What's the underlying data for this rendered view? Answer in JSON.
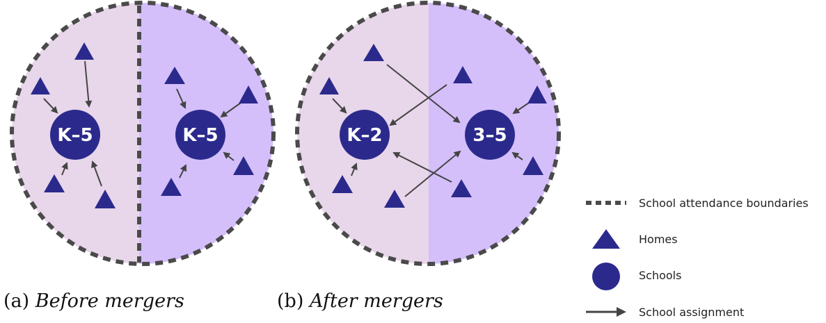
{
  "panels": [
    {
      "id": "a",
      "caption_num": "(a)",
      "caption_text": "Before mergers",
      "schools": [
        {
          "label": "K–5"
        },
        {
          "label": "K–5"
        }
      ]
    },
    {
      "id": "b",
      "caption_num": "(b)",
      "caption_text": "After mergers",
      "schools": [
        {
          "label": "K–2"
        },
        {
          "label": "3–5"
        }
      ]
    }
  ],
  "legend": {
    "boundaries": "School attendance boundaries",
    "homes": "Homes",
    "schools": "Schools",
    "assignment": "School assignment"
  },
  "colors": {
    "left_zone": "#e8d6ea",
    "right_zone": "#d4bffb",
    "navy": "#2b2a8c",
    "boundary": "#4a4a4a",
    "arrow": "#444444"
  }
}
